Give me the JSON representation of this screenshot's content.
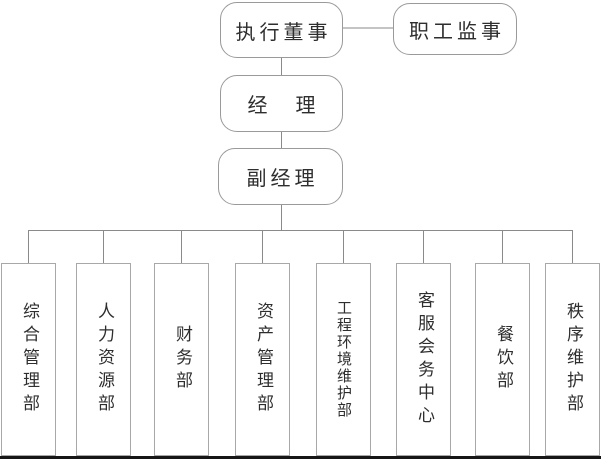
{
  "org_chart": {
    "nodes": {
      "executive_director": "执行董事",
      "staff_supervisor": "职工监事",
      "manager": "经　理",
      "deputy_manager": "副经理"
    },
    "departments": [
      {
        "label": "综合管理部"
      },
      {
        "label": "人力资源部"
      },
      {
        "label": "财务部"
      },
      {
        "label": "资产管理部"
      },
      {
        "label": "工程环境维护部"
      },
      {
        "label": "客服会务中心"
      },
      {
        "label": "餐饮部"
      },
      {
        "label": "秩序维护部"
      }
    ],
    "colors": {
      "line": "#8a8a8a",
      "box_border": "#a3a3a3",
      "text": "#2e2e2e",
      "bottom_rule": "#161616"
    }
  }
}
